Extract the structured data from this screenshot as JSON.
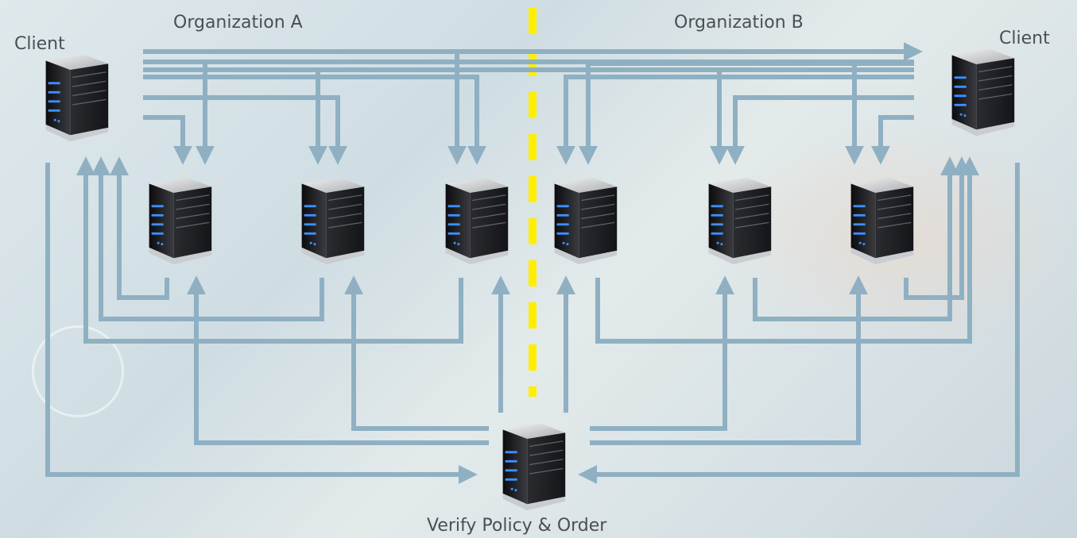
{
  "labels": {
    "client_left": "Client",
    "client_right": "Client",
    "org_a": "Organization A",
    "org_b": "Organization B",
    "orderer": "Verify Policy & Order"
  },
  "colors": {
    "arrow": "#8fb0c2",
    "divider": "#ffee00",
    "server_body": "#1e1f22",
    "server_led": "#3d8fff"
  },
  "icons": {
    "server": "server-tower-icon"
  }
}
